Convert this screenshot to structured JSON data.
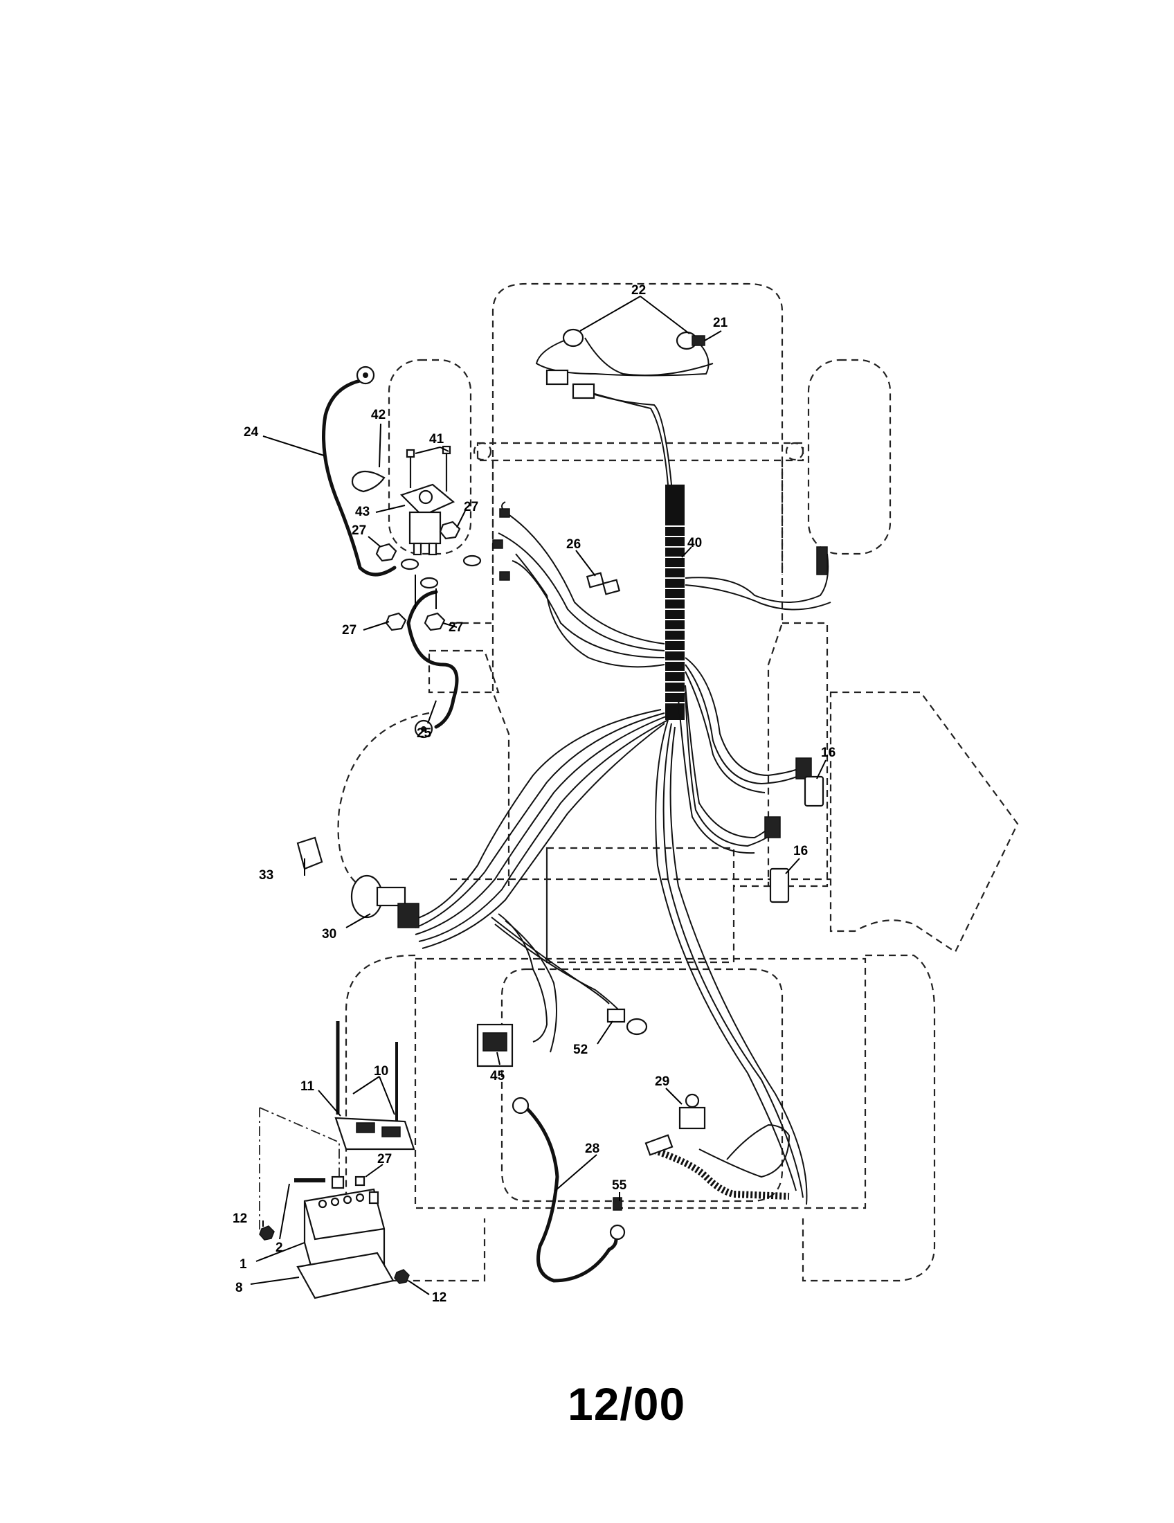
{
  "callouts": {
    "c1": "1",
    "c2": "2",
    "c8": "8",
    "c10": "10",
    "c11": "11",
    "c12a": "12",
    "c12b": "12",
    "c16a": "16",
    "c16b": "16",
    "c21": "21",
    "c22": "22",
    "c24": "24",
    "c25": "25",
    "c26": "26",
    "c27a": "27",
    "c27b": "27",
    "c27c": "27",
    "c27d": "27",
    "c27e": "27",
    "c28": "28",
    "c29": "29",
    "c30": "30",
    "c33": "33",
    "c40": "40",
    "c41": "41",
    "c42": "42",
    "c43": "43",
    "c45": "45",
    "c52": "52",
    "c55": "55"
  },
  "footer": {
    "date_code": "12/00"
  }
}
